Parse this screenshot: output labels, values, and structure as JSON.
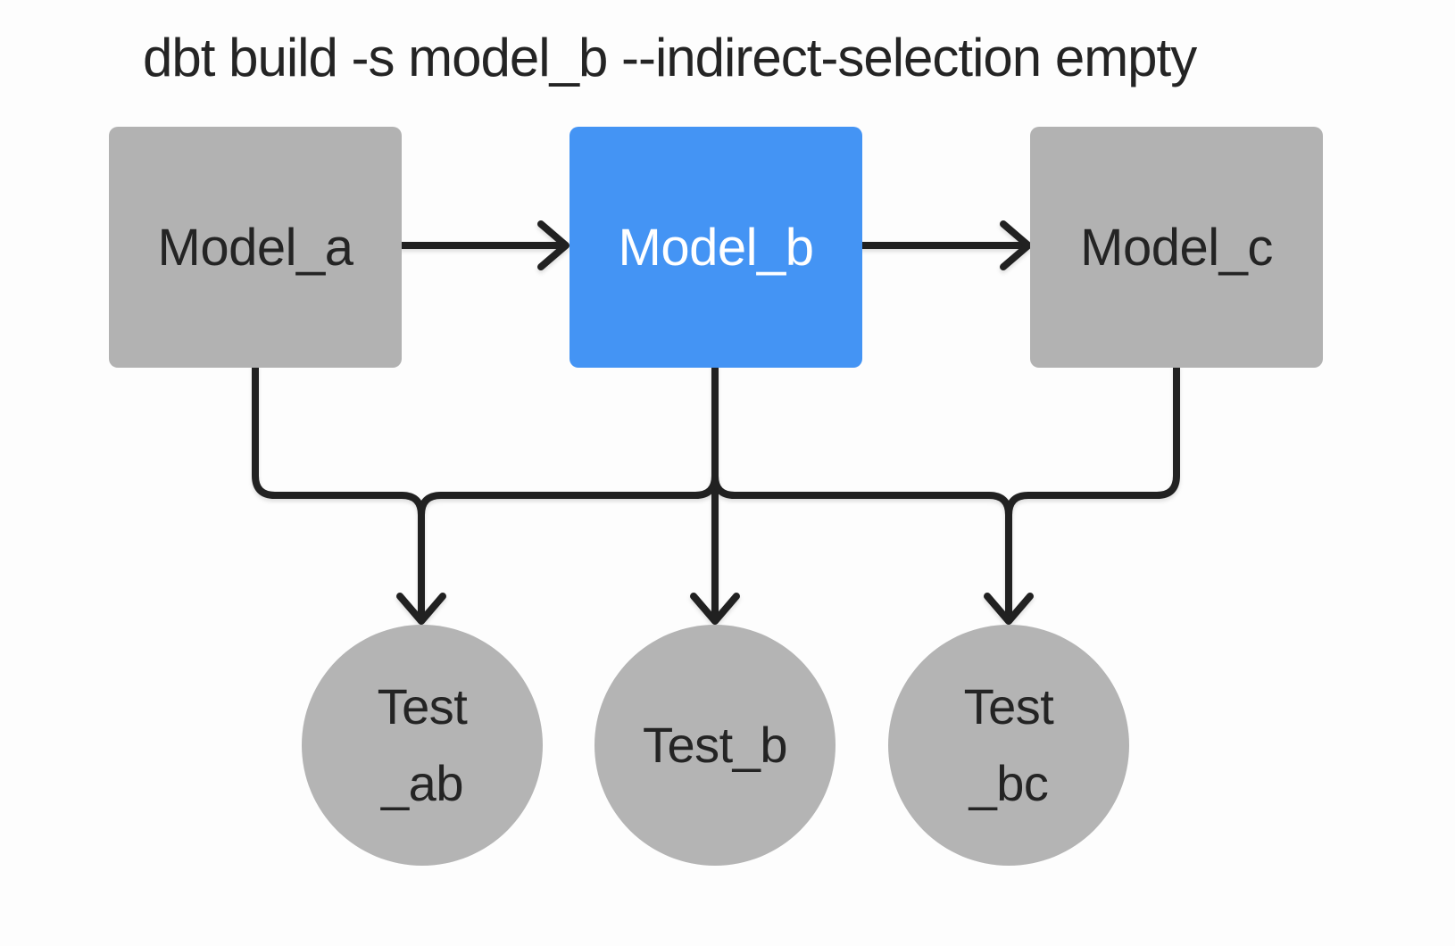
{
  "title": "dbt build -s model_b --indirect-selection empty",
  "colors": {
    "background": "#fdfdfd",
    "node_gray": "#b2b2b2",
    "circle_gray": "#b4b4b4",
    "node_selected_blue": "#4494f4",
    "edge_black": "#212121",
    "text_dark": "#242424",
    "text_light": "#ffffff"
  },
  "models": [
    {
      "id": "model_a",
      "label": "Model_a",
      "selected": false
    },
    {
      "id": "model_b",
      "label": "Model_b",
      "selected": true
    },
    {
      "id": "model_c",
      "label": "Model_c",
      "selected": false
    }
  ],
  "tests": [
    {
      "id": "test_ab",
      "line1": "Test",
      "line2": "_ab"
    },
    {
      "id": "test_b",
      "line1": "Test_b",
      "line2": ""
    },
    {
      "id": "test_bc",
      "line1": "Test",
      "line2": "_bc"
    }
  ],
  "edges": [
    {
      "from": "model_a",
      "to": "model_b"
    },
    {
      "from": "model_b",
      "to": "model_c"
    },
    {
      "from": "model_a",
      "to": "test_ab"
    },
    {
      "from": "model_b",
      "to": "test_ab"
    },
    {
      "from": "model_b",
      "to": "test_b"
    },
    {
      "from": "model_b",
      "to": "test_bc"
    },
    {
      "from": "model_c",
      "to": "test_bc"
    }
  ]
}
